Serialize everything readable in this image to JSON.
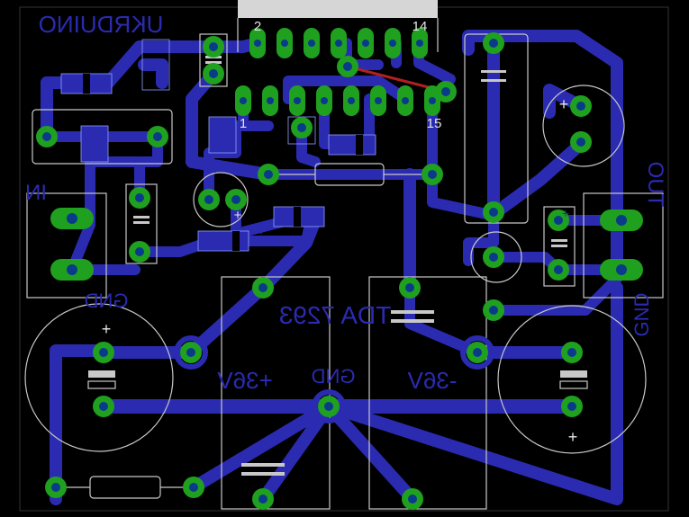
{
  "board": {
    "brand_text": "UKRDUINO",
    "ic_label": "TDA 7293",
    "in_label": "IN",
    "out_label": "OUT",
    "gnd_label_left": "GND",
    "gnd_label_right": "GND",
    "gnd_label_center": "GND",
    "v_left": "+36V",
    "v_right": "-36V",
    "pin_1": "1",
    "pin_2": "2",
    "pin_14": "14",
    "pin_15": "15",
    "plus_1": "+",
    "plus_2": "+",
    "plus_3": "+",
    "plus_4": "+",
    "plus_5": "+",
    "plus_6": "+"
  },
  "colors": {
    "background": "#000000",
    "copper_trace": "#2b2bb2",
    "pad": "#1fa01f",
    "drill": "#0a3b8a",
    "silkscreen": "#c8c8c8",
    "jumper": "#b02020"
  }
}
